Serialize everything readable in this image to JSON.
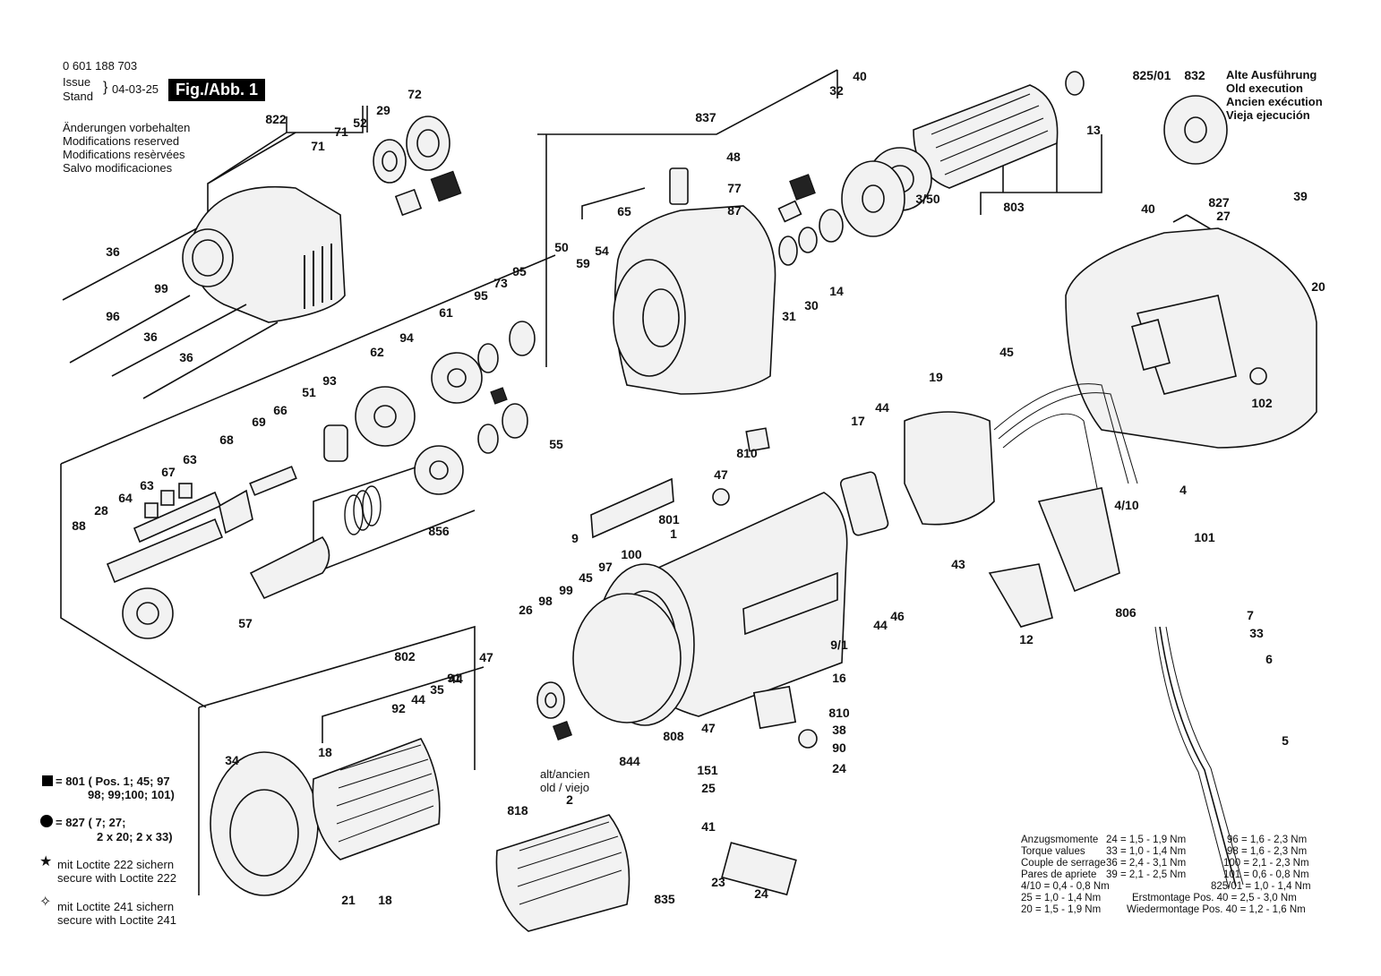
{
  "header": {
    "part_number": "0 601 188 703",
    "issue_label": "Issue",
    "stand_label": "Stand",
    "issue_date": "04-03-25",
    "figure": "Fig./Abb. 1",
    "modifications": [
      "Änderungen vorbehalten",
      "Modifications reserved",
      "Modifications resèrvées",
      "Salvo modificaciones"
    ]
  },
  "old_execution": {
    "labels": [
      "Alte Ausführung",
      "Old execution",
      "Ancien exécution",
      "Vieja ejecución"
    ],
    "parts": [
      "825/01",
      "832"
    ]
  },
  "legend": [
    {
      "symbol": "square",
      "text": [
        "= 801 ( Pos. 1; 45; 97",
        "98; 99;100; 101)"
      ]
    },
    {
      "symbol": "circle",
      "text": [
        "= 827 ( 7; 27;",
        "2 x 20; 2 x 33)"
      ]
    },
    {
      "symbol": "star",
      "text": [
        "mit Loctite 222 sichern",
        "secure with Loctite 222"
      ]
    },
    {
      "symbol": "diamond",
      "text": [
        "mit Loctite 241 sichern",
        "secure with Loctite 241"
      ]
    }
  ],
  "alt_label": [
    "alt/ancien",
    "old / viejo"
  ],
  "torque": {
    "headings": [
      "Anzugsmomente",
      "Torque values",
      "Couple de serrage",
      "Pares de apriete"
    ],
    "col1": [
      "24 = 1,5 - 1,9 Nm",
      "33 = 1,0 - 1,4 Nm",
      "36 = 2,4 - 3,1 Nm",
      "39 = 2,1 - 2,5 Nm",
      "4/10 = 0,4 - 0,8 Nm",
      "25 = 1,0 - 1,4 Nm",
      "20 = 1,5 - 1,9 Nm"
    ],
    "col2": [
      "96 = 1,6 - 2,3 Nm",
      "98 = 1,6 - 2,3 Nm",
      "100 = 2,1 - 2,3 Nm",
      "101 = 0,6 - 0,8 Nm",
      "825/01 = 1,0 - 1,4 Nm",
      "Erstmontage    Pos. 40 = 2,5 - 3,0 Nm",
      "Wiedermontage Pos. 40 = 1,2 - 1,6 Nm"
    ]
  },
  "callouts": [
    "822",
    "71",
    "71",
    "52",
    "29",
    "72",
    "36",
    "99",
    "96",
    "36",
    "36",
    "837",
    "32",
    "40",
    "48",
    "77",
    "87",
    "50",
    "59",
    "54",
    "65",
    "95",
    "73",
    "95",
    "61",
    "94",
    "62",
    "93",
    "51",
    "66",
    "69",
    "68",
    "63",
    "67",
    "63",
    "64",
    "88",
    "28",
    "57",
    "856",
    "55",
    "31",
    "30",
    "14",
    "3/50",
    "803",
    "13",
    "825/01",
    "832",
    "827",
    "27",
    "39",
    "40",
    "20",
    "102",
    "45",
    "19",
    "17",
    "44",
    "810",
    "47",
    "4",
    "4/10",
    "101",
    "806",
    "7",
    "33",
    "6",
    "5",
    "12",
    "43",
    "46",
    "44",
    "9",
    "801",
    "1",
    "9/1",
    "97",
    "100",
    "45",
    "99",
    "98",
    "26",
    "16",
    "810",
    "47",
    "38",
    "90",
    "151",
    "24",
    "25",
    "41",
    "23",
    "24",
    "802",
    "47",
    "91",
    "44",
    "35",
    "44",
    "92",
    "18",
    "34",
    "21",
    "18",
    "844",
    "2",
    "818",
    "835",
    "808"
  ]
}
